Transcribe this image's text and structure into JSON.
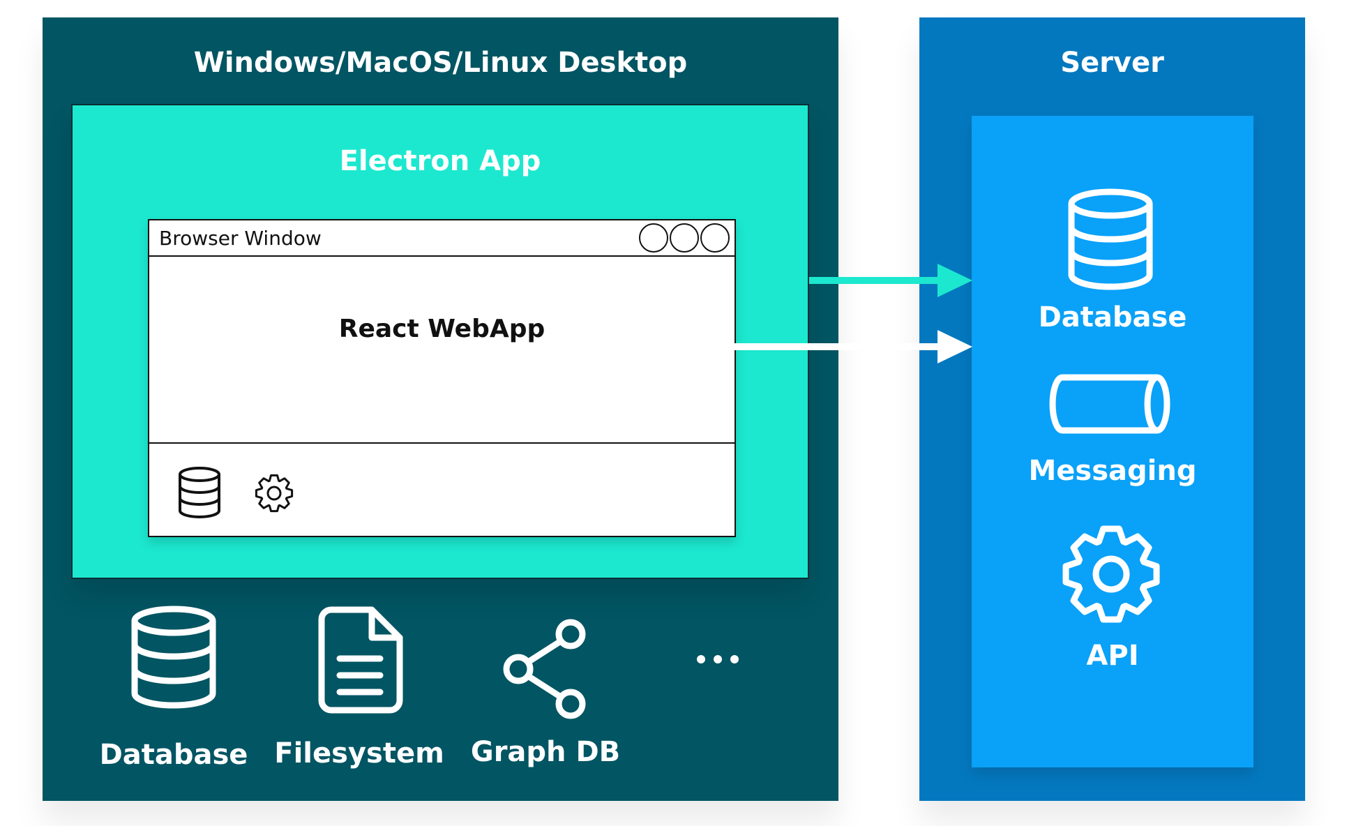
{
  "desktop": {
    "title": "Windows/MacOS/Linux Desktop",
    "electron": {
      "title": "Electron App",
      "browser": {
        "title": "Browser Window",
        "content_label": "React WebApp"
      }
    },
    "bottom_items": [
      {
        "label": "Database",
        "icon": "database-icon"
      },
      {
        "label": "Filesystem",
        "icon": "file-icon"
      },
      {
        "label": "Graph DB",
        "icon": "share-graph-icon"
      },
      {
        "label": "...",
        "icon": "ellipsis-icon"
      }
    ]
  },
  "server": {
    "title": "Server",
    "items": [
      {
        "label": "Database",
        "icon": "database-icon"
      },
      {
        "label": "Messaging",
        "icon": "cylinder-icon"
      },
      {
        "label": "API",
        "icon": "gear-icon"
      }
    ]
  },
  "colors": {
    "desktop_bg": "#025563",
    "electron_bg": "#1ce8cf",
    "server_bg": "#0478bf",
    "server_inner_bg": "#0aa1f8",
    "arrow_teal": "#1ce8cf",
    "arrow_white": "#ffffff"
  }
}
